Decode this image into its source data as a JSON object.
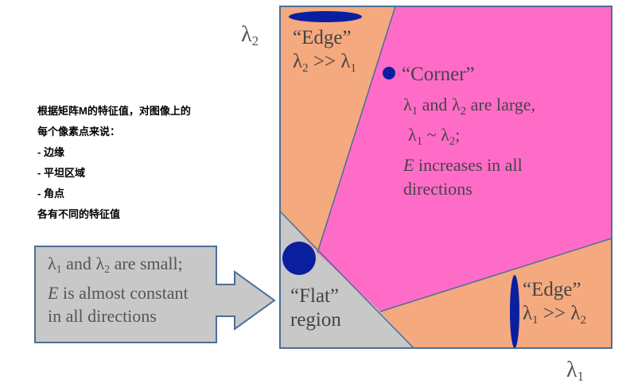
{
  "axes": {
    "x_label": "λ",
    "x_sub": "1",
    "y_label": "λ",
    "y_sub": "2"
  },
  "notes": {
    "lines": [
      "根据矩阵M的特征值，对图像上的",
      "每个像素点来说：",
      "- 边缘",
      "- 平坦区域",
      "- 角点",
      "各有不同的特征值"
    ]
  },
  "regions": {
    "edge_top": {
      "title": "“Edge”",
      "cond_a": "λ",
      "cond_a_sub": "2",
      "cond_op": " >> ",
      "cond_b": "λ",
      "cond_b_sub": "1"
    },
    "corner": {
      "title": "“Corner”",
      "l1": "λ",
      "l1_sub": "1",
      "and": " and ",
      "l2": "λ",
      "l2_sub": "2",
      "large": " are large,",
      "s1": "λ",
      "s1_sub": "1",
      "approx": " ~ ",
      "s2": "λ",
      "s2_sub": "2",
      "semi": ";",
      "e": "E",
      "line3_rest": " increases in all",
      "line4": "directions"
    },
    "flat": {
      "line1": "“Flat”",
      "line2": "region"
    },
    "edge_right": {
      "title": "“Edge”",
      "cond_a": "λ",
      "cond_a_sub": "1",
      "cond_op": " >> ",
      "cond_b": "λ",
      "cond_b_sub": "2"
    }
  },
  "callout": {
    "l1": "λ",
    "l1_sub": "1",
    "and": " and ",
    "l2": "λ",
    "l2_sub": "2",
    "small": " are small;",
    "e": "E",
    "const": " is almost constant",
    "line3": "in all directions"
  },
  "colors": {
    "corner": "#ff6cc8",
    "edge": "#f5a97e",
    "flat": "#c8c8c8",
    "ellipse": "#0a1fa0",
    "callout_fill": "#c8c8c8",
    "callout_border": "#4a6f96"
  }
}
